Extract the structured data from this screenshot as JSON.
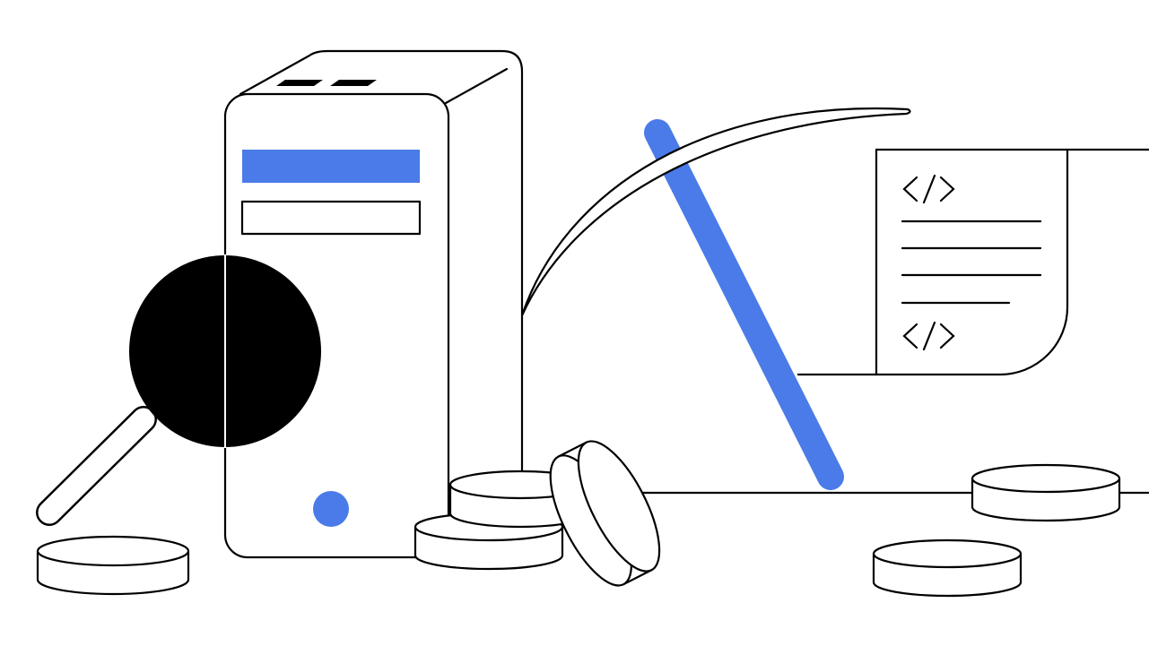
{
  "illustration": {
    "colors": {
      "accent": "#4a7be8",
      "line": "#000000",
      "background": "#ffffff"
    },
    "icons": [
      "server-tower",
      "magnifying-glass",
      "pickaxe",
      "code-document",
      "coin-stack",
      "code-icon"
    ]
  }
}
